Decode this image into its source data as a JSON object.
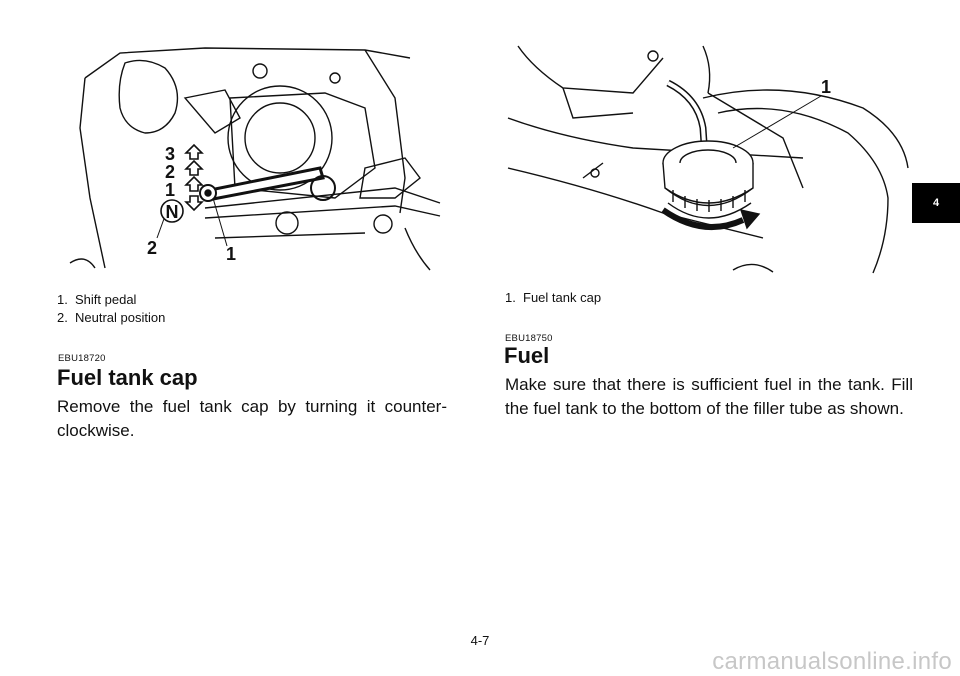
{
  "left": {
    "figure": {
      "callouts": [
        "1",
        "2"
      ],
      "gear_marks": [
        "3",
        "2",
        "1",
        "N"
      ]
    },
    "captions": [
      {
        "num": "1.",
        "text": "Shift pedal"
      },
      {
        "num": "2.",
        "text": "Neutral position"
      }
    ],
    "section_code": "EBU18720",
    "section_title": "Fuel tank cap",
    "section_text": "Remove the fuel tank cap by turning it counter-clockwise."
  },
  "right": {
    "figure": {
      "callouts": [
        "1"
      ]
    },
    "captions": [
      {
        "num": "1.",
        "text": "Fuel tank cap"
      }
    ],
    "section_code": "EBU18750",
    "section_title": "Fuel",
    "section_text": "Make sure that there is sufficient fuel in the tank. Fill the fuel tank to the bottom of the filler tube as shown."
  },
  "chapter_tab": "4",
  "page_number": "4-7",
  "watermark": "carmanualsonline.info"
}
